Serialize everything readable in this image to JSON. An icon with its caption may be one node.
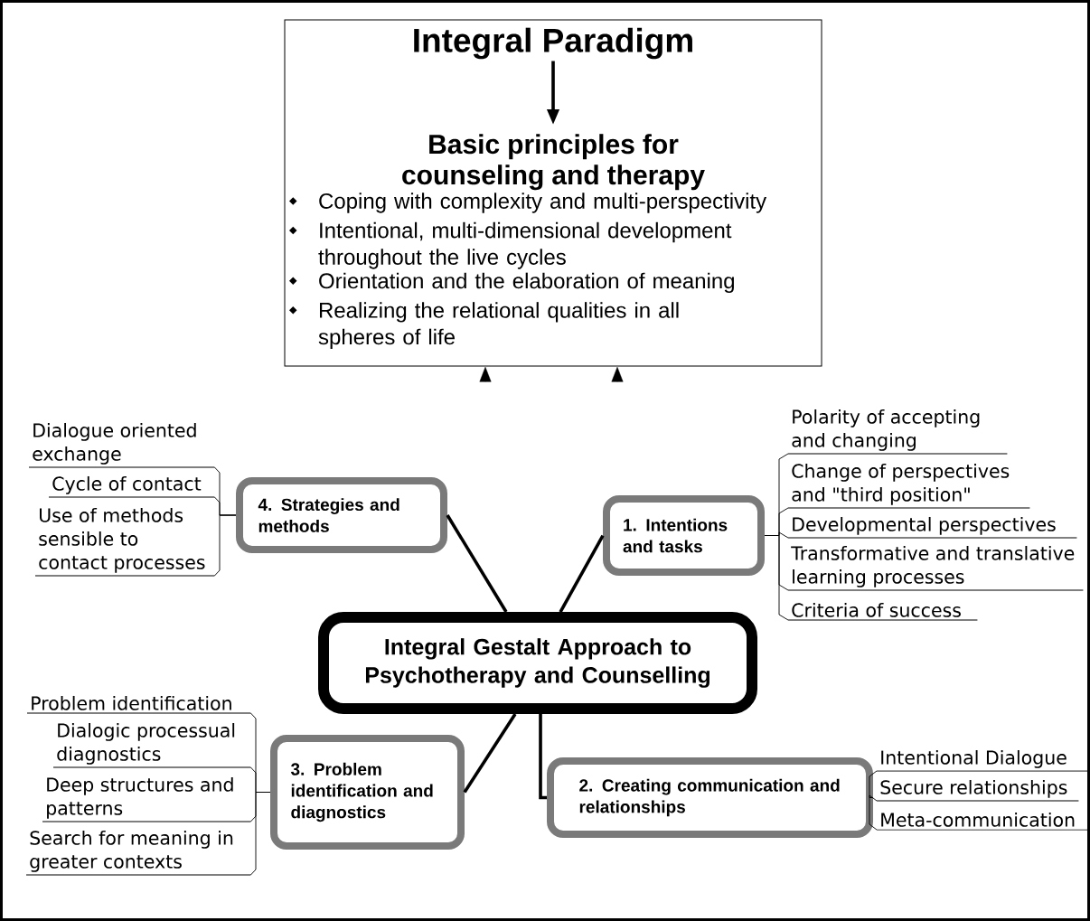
{
  "diagram": {
    "nodes": [
      {
        "text": [],
        "shape": "box"
      },
      {
        "text": [
          "Integral Paradigm"
        ],
        "in": 0
      },
      {
        "text": [
          "Basic principles for counseling and therapy",
          "Coping with complexity and multi-perspectivity",
          "Intentional, multi-dimensional development throughout the live cycles",
          "Orientation and the elaboration of meaning",
          "Realizing the relational qualities in all spheres of life"
        ],
        "in": 0
      },
      {
        "text": [
          "4. Strategies and methods"
        ]
      },
      {
        "text": [
          "1. Intentions and tasks"
        ]
      },
      {
        "text": [
          "Integral Gestalt Approach to Psychotherapy and Counselling"
        ]
      },
      {
        "text": [
          "3. Problem identification and diagnostics"
        ]
      },
      {
        "text": [
          "2. Creating communication and relationships"
        ]
      },
      {
        "text": [
          "Dialogue oriented exchange"
        ]
      },
      {
        "text": [
          "Cycle of contact"
        ]
      },
      {
        "text": [
          "Use of methods sensible to contact processes"
        ]
      },
      {
        "text": [
          "Polarity of accepting and changing"
        ]
      },
      {
        "text": [
          "Change of perspectives and \"third position\""
        ]
      },
      {
        "text": [
          "Developmental perspectives"
        ]
      },
      {
        "text": [
          "Transformative and translative learning processes"
        ]
      },
      {
        "text": [
          "Criteria of success"
        ]
      },
      {
        "text": [
          "Problem identification"
        ]
      },
      {
        "text": [
          "Dialogic processual diagnostics"
        ]
      },
      {
        "text": [
          "Deep structures and patterns"
        ]
      },
      {
        "text": [
          "Search for meaning in greater contexts"
        ]
      },
      {
        "text": [
          "Intentional Dialogue"
        ]
      },
      {
        "text": [
          "Secure relationships"
        ]
      },
      {
        "text": [
          "Meta-communication"
        ]
      }
    ],
    "edges": [
      {
        "from": 1,
        "to": 2,
        "arrow": "to",
        "style": "thick"
      },
      {
        "from": null,
        "to": 0,
        "arrow": "to"
      },
      {
        "from": null,
        "to": 0,
        "arrow": "to"
      },
      {
        "from": 5,
        "to": 3,
        "arrow": "none",
        "style": "thick"
      },
      {
        "from": 5,
        "to": 4,
        "arrow": "none",
        "style": "thick"
      },
      {
        "from": 5,
        "to": 6,
        "arrow": "none",
        "style": "thick"
      },
      {
        "from": 5,
        "to": 7,
        "arrow": "none",
        "style": "thick"
      },
      {
        "from": 3,
        "to": 8,
        "arrow": "none"
      },
      {
        "from": 3,
        "to": 9,
        "arrow": "none"
      },
      {
        "from": 3,
        "to": 10,
        "arrow": "none"
      },
      {
        "from": 4,
        "to": 11,
        "arrow": "none"
      },
      {
        "from": 4,
        "to": 12,
        "arrow": "none"
      },
      {
        "from": 4,
        "to": 13,
        "arrow": "none"
      },
      {
        "from": 4,
        "to": 14,
        "arrow": "none"
      },
      {
        "from": 4,
        "to": 15,
        "arrow": "none"
      },
      {
        "from": 6,
        "to": 16,
        "arrow": "none"
      },
      {
        "from": 6,
        "to": 17,
        "arrow": "none"
      },
      {
        "from": 6,
        "to": 18,
        "arrow": "none"
      },
      {
        "from": 6,
        "to": 19,
        "arrow": "none"
      },
      {
        "from": 7,
        "to": 20,
        "arrow": "none"
      },
      {
        "from": 7,
        "to": 21,
        "arrow": "none"
      },
      {
        "from": 7,
        "to": 22,
        "arrow": "none"
      }
    ]
  }
}
